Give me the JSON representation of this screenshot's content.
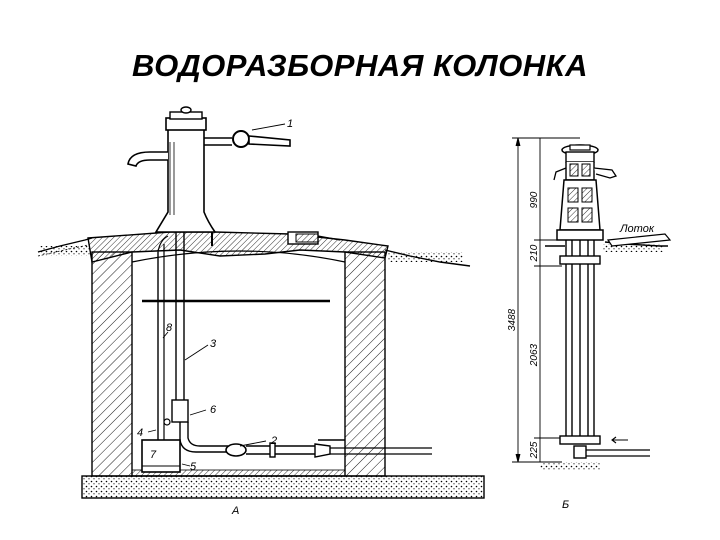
{
  "title": "ВОДОРАЗБОРНАЯ КОЛОНКА",
  "diagram_a": {
    "caption": "А",
    "labels": {
      "n1": "1",
      "n2": "2",
      "n3": "3",
      "n4": "4",
      "n5": "5",
      "n6": "6",
      "n7": "7",
      "n8": "8"
    }
  },
  "diagram_b": {
    "caption": "Б",
    "tray_label": "Лоток",
    "dims": {
      "d990": "990",
      "d210": "210",
      "d3488": "3488",
      "d2063": "2063",
      "d225": "225"
    }
  },
  "colors": {
    "ink": "#000000",
    "paper": "#ffffff"
  }
}
